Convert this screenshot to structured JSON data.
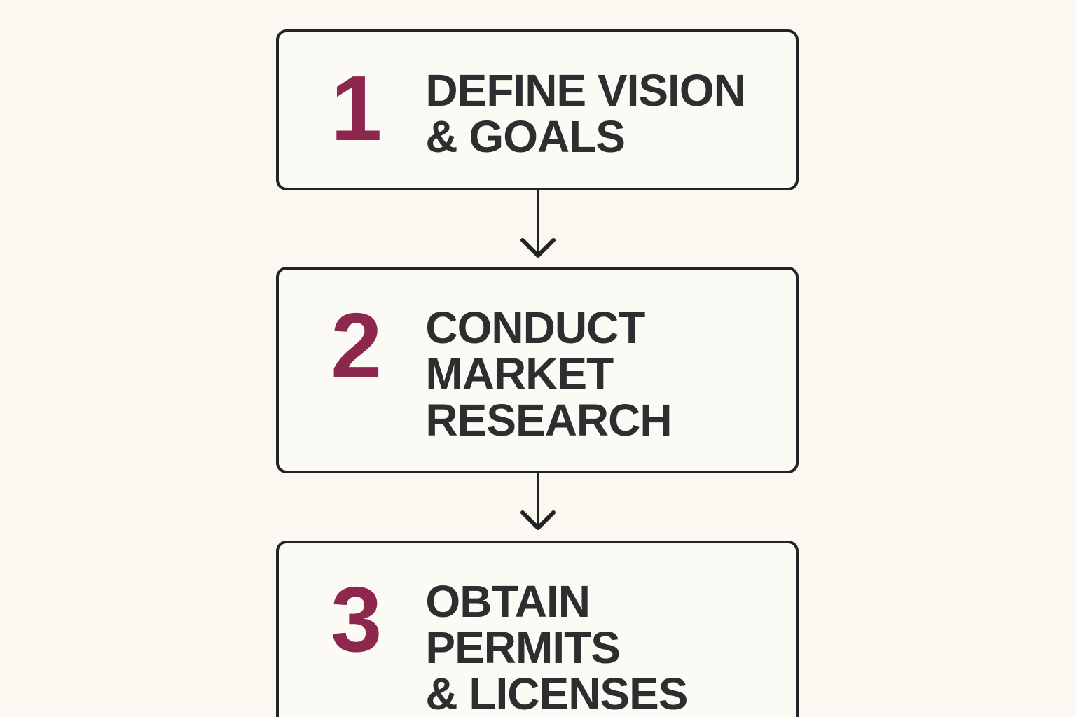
{
  "page": {
    "background_color": "#faf8f1",
    "box_background_color": "#fcfaf5",
    "border_color": "#232327",
    "accent_color": "#8d274e",
    "text_color": "#2e2e31"
  },
  "flowchart": {
    "steps": [
      {
        "number": "1",
        "lines": [
          "DEFINE VISION",
          "& GOALS"
        ]
      },
      {
        "number": "2",
        "lines": [
          "CONDUCT",
          "MARKET",
          "RESEARCH"
        ]
      },
      {
        "number": "3",
        "lines": [
          "OBTAIN",
          "PERMITS",
          "& LICENSES"
        ]
      }
    ],
    "connector_icon": "arrow-down"
  }
}
